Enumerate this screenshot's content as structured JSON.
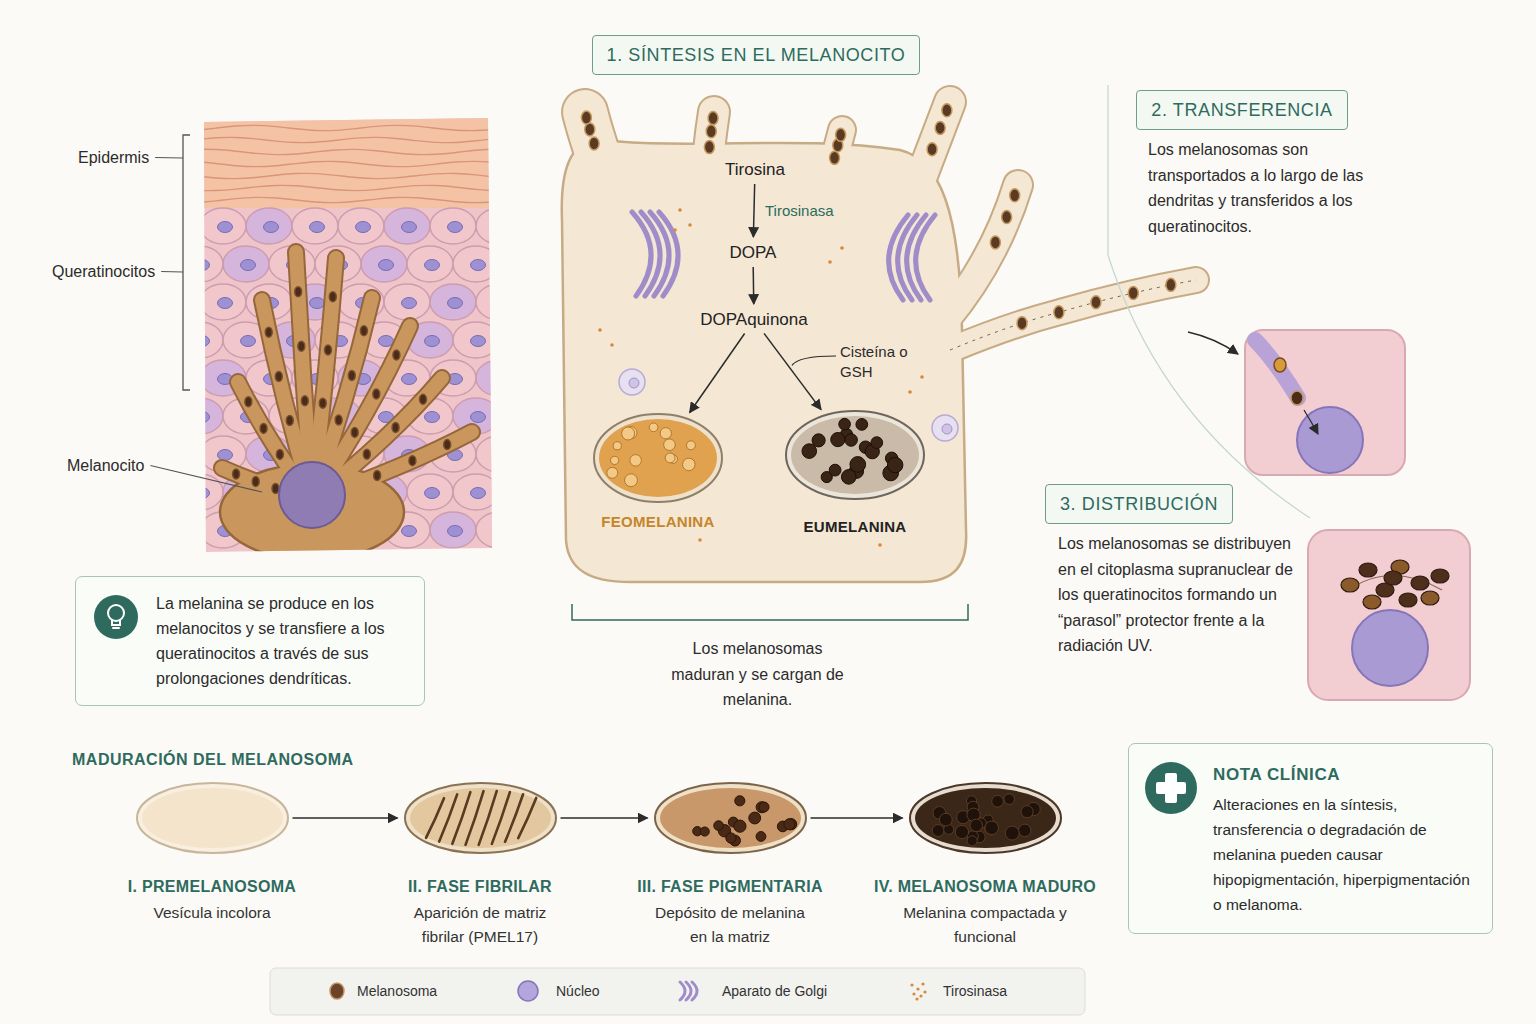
{
  "diagram": {
    "nodes": [
      {
        "text": [
          "1. SÍNTESIS EN EL MELANOCITO"
        ]
      },
      {
        "text": [
          "2. TRANSFERENCIA"
        ]
      },
      {
        "text": [
          "Tirosina"
        ]
      },
      {
        "text": [
          "DOPA"
        ]
      },
      {
        "text": [
          "DOPAquinona"
        ]
      },
      {
        "text": [
          "FEOMELANINA"
        ]
      },
      {
        "text": [
          "EUMELANINA"
        ]
      },
      {
        "text": [
          "3. DISTRIBUCIÓN"
        ]
      },
      {
        "text": [
          "La melanina se produce en los melanocitos y se transfiere a los queratinocitos a través de sus prolongaciones dendríticas."
        ]
      },
      {
        "text": [
          "I. PREMELANOSOMA",
          "Vesícula incolora"
        ]
      },
      {
        "text": [
          "II. FASE FIBRILAR",
          "Aparición de matriz fibrilar (PMEL17)"
        ]
      },
      {
        "text": [
          "III. FASE PIGMENTARIA",
          "Depósito de melanina en la matriz"
        ]
      },
      {
        "text": [
          "IV. MELANOSOMA MADURO",
          "Melanina compactada y funcional"
        ]
      },
      {
        "text": [
          "NOTA CLÍNICA",
          "Alteraciones en la síntesis, transferencia o degradación de melanina pueden causar hipopigmentación, hiperpigmentación o melanoma."
        ]
      }
    ],
    "edges": [
      {
        "from": 2,
        "to": 3,
        "label": "Tirosinasa",
        "arrow": "to"
      },
      {
        "from": 3,
        "to": 4,
        "arrow": "to"
      },
      {
        "from": 4,
        "to": 5,
        "arrow": "to"
      },
      {
        "from": 4,
        "to": 6,
        "label": "Cisteína o GSH",
        "arrow": "to"
      },
      {
        "from": 9,
        "to": 10,
        "arrow": "to"
      },
      {
        "from": 10,
        "to": 11,
        "arrow": "to"
      },
      {
        "from": 11,
        "to": 12,
        "arrow": "to"
      }
    ],
    "labels": [
      "Epidermis",
      "Queratinocitos",
      "Melanocito",
      "Los melanosomas son transportados a lo largo de las dendritas y transferidos a los queratinocitos.",
      "Los melanosomas se distribuyen en el citoplasma supranuclear de los queratinocitos formando un “parasol” protector frente a la radiación UV.",
      "Los melanosomas maduran y se cargan de melanina.",
      "MADURACIÓN DEL MELANOSOMA"
    ],
    "legend": [
      {
        "text": "Melanosoma"
      },
      {
        "text": "Núcleo"
      },
      {
        "text": "Aparato de Golgi"
      },
      {
        "text": "Tirosinasa"
      }
    ]
  }
}
